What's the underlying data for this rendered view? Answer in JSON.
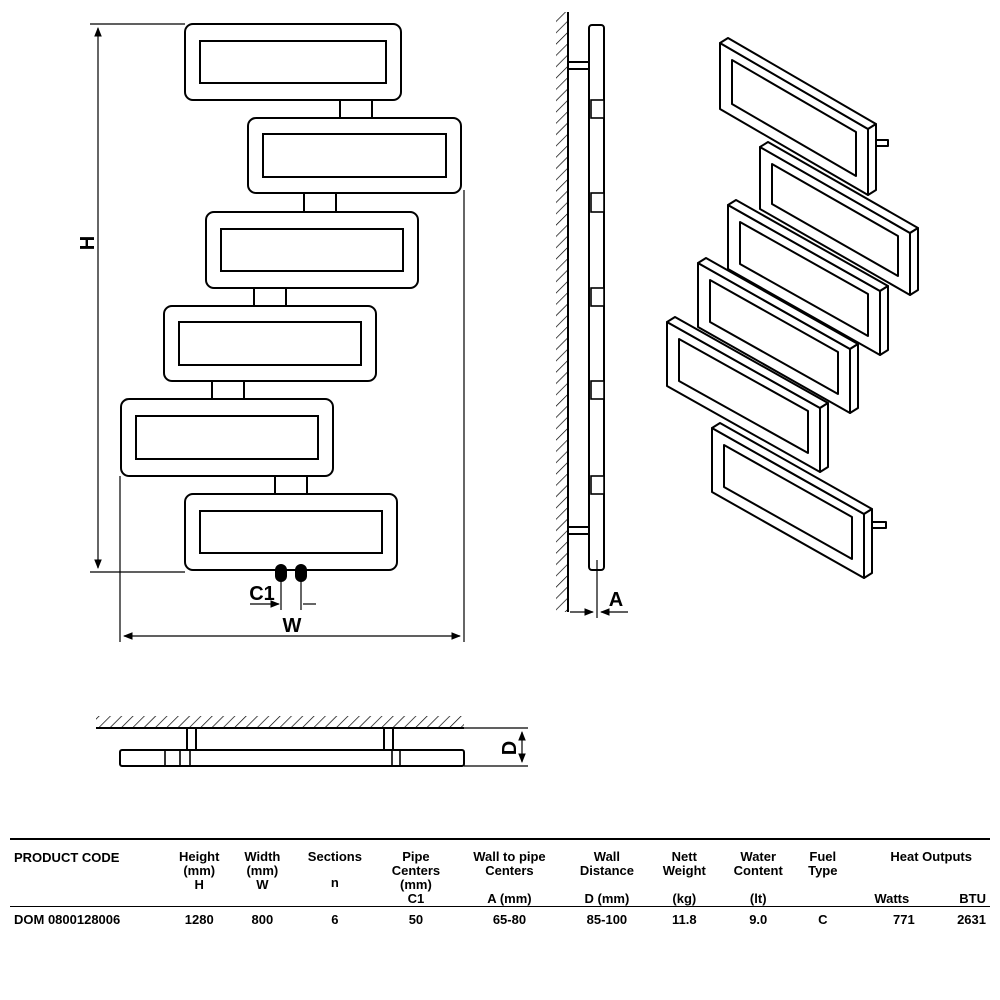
{
  "labels": {
    "h": "H",
    "w": "W",
    "c1": "C1",
    "a": "A",
    "d": "D"
  },
  "table": {
    "headers": {
      "product_code": "PRODUCT CODE",
      "height": [
        "Height",
        "(mm)",
        "H"
      ],
      "width": [
        "Width",
        "(mm)",
        "W"
      ],
      "sections": [
        "Sections",
        "n"
      ],
      "pipe_centers": [
        "Pipe",
        "Centers",
        "(mm)",
        "C1"
      ],
      "wall_to_pipe": [
        "Wall to pipe",
        "Centers",
        "A (mm)"
      ],
      "wall_distance": [
        "Wall",
        "Distance",
        "D (mm)"
      ],
      "nett_weight": [
        "Nett",
        "Weight",
        "(kg)"
      ],
      "water_content": [
        "Water",
        "Content",
        "(lt)"
      ],
      "fuel_type": [
        "Fuel",
        "Type"
      ],
      "heat_outputs": "Heat Outputs",
      "watts": "Watts",
      "btu": "BTU"
    },
    "rows": [
      {
        "product_code": "DOM 0800128006",
        "height": "1280",
        "width": "800",
        "sections": "6",
        "pipe_centers": "50",
        "wall_to_pipe": "65-80",
        "wall_distance": "85-100",
        "nett_weight": "11.8",
        "water_content": "9.0",
        "fuel_type": "C",
        "watts": "771",
        "btu": "2631"
      }
    ]
  }
}
